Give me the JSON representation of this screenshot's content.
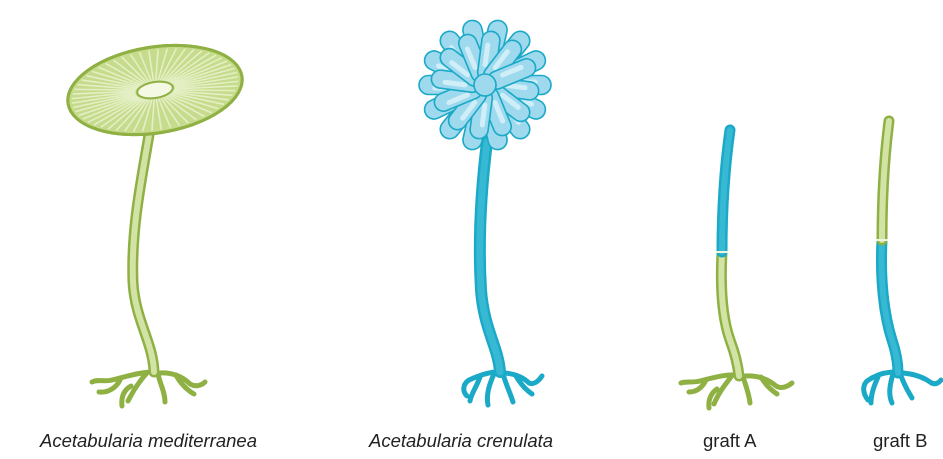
{
  "colors": {
    "green_fill": "#c6dc8c",
    "green_stroke": "#8fb043",
    "green_stem": "#d3e3a6",
    "blue_fill": "#9ed9ee",
    "blue_stroke": "#1aa9c6",
    "blue_stem": "#2fb4cf",
    "label": "#222222"
  },
  "panels": [
    {
      "id": "med",
      "label": "Acetabularia mediterranea",
      "italic": true,
      "cap": "disc-cap",
      "upper_stem": "green",
      "lower_stem": "green"
    },
    {
      "id": "cren",
      "label": "Acetabularia crenulata",
      "italic": true,
      "cap": "petal-cap",
      "upper_stem": "blue",
      "lower_stem": "blue"
    },
    {
      "id": "graftA",
      "label": "graft A",
      "italic": false,
      "cap": "none",
      "upper_stem": "blue",
      "lower_stem": "green"
    },
    {
      "id": "graftB",
      "label": "graft B",
      "italic": false,
      "cap": "none",
      "upper_stem": "green",
      "lower_stem": "blue"
    }
  ]
}
